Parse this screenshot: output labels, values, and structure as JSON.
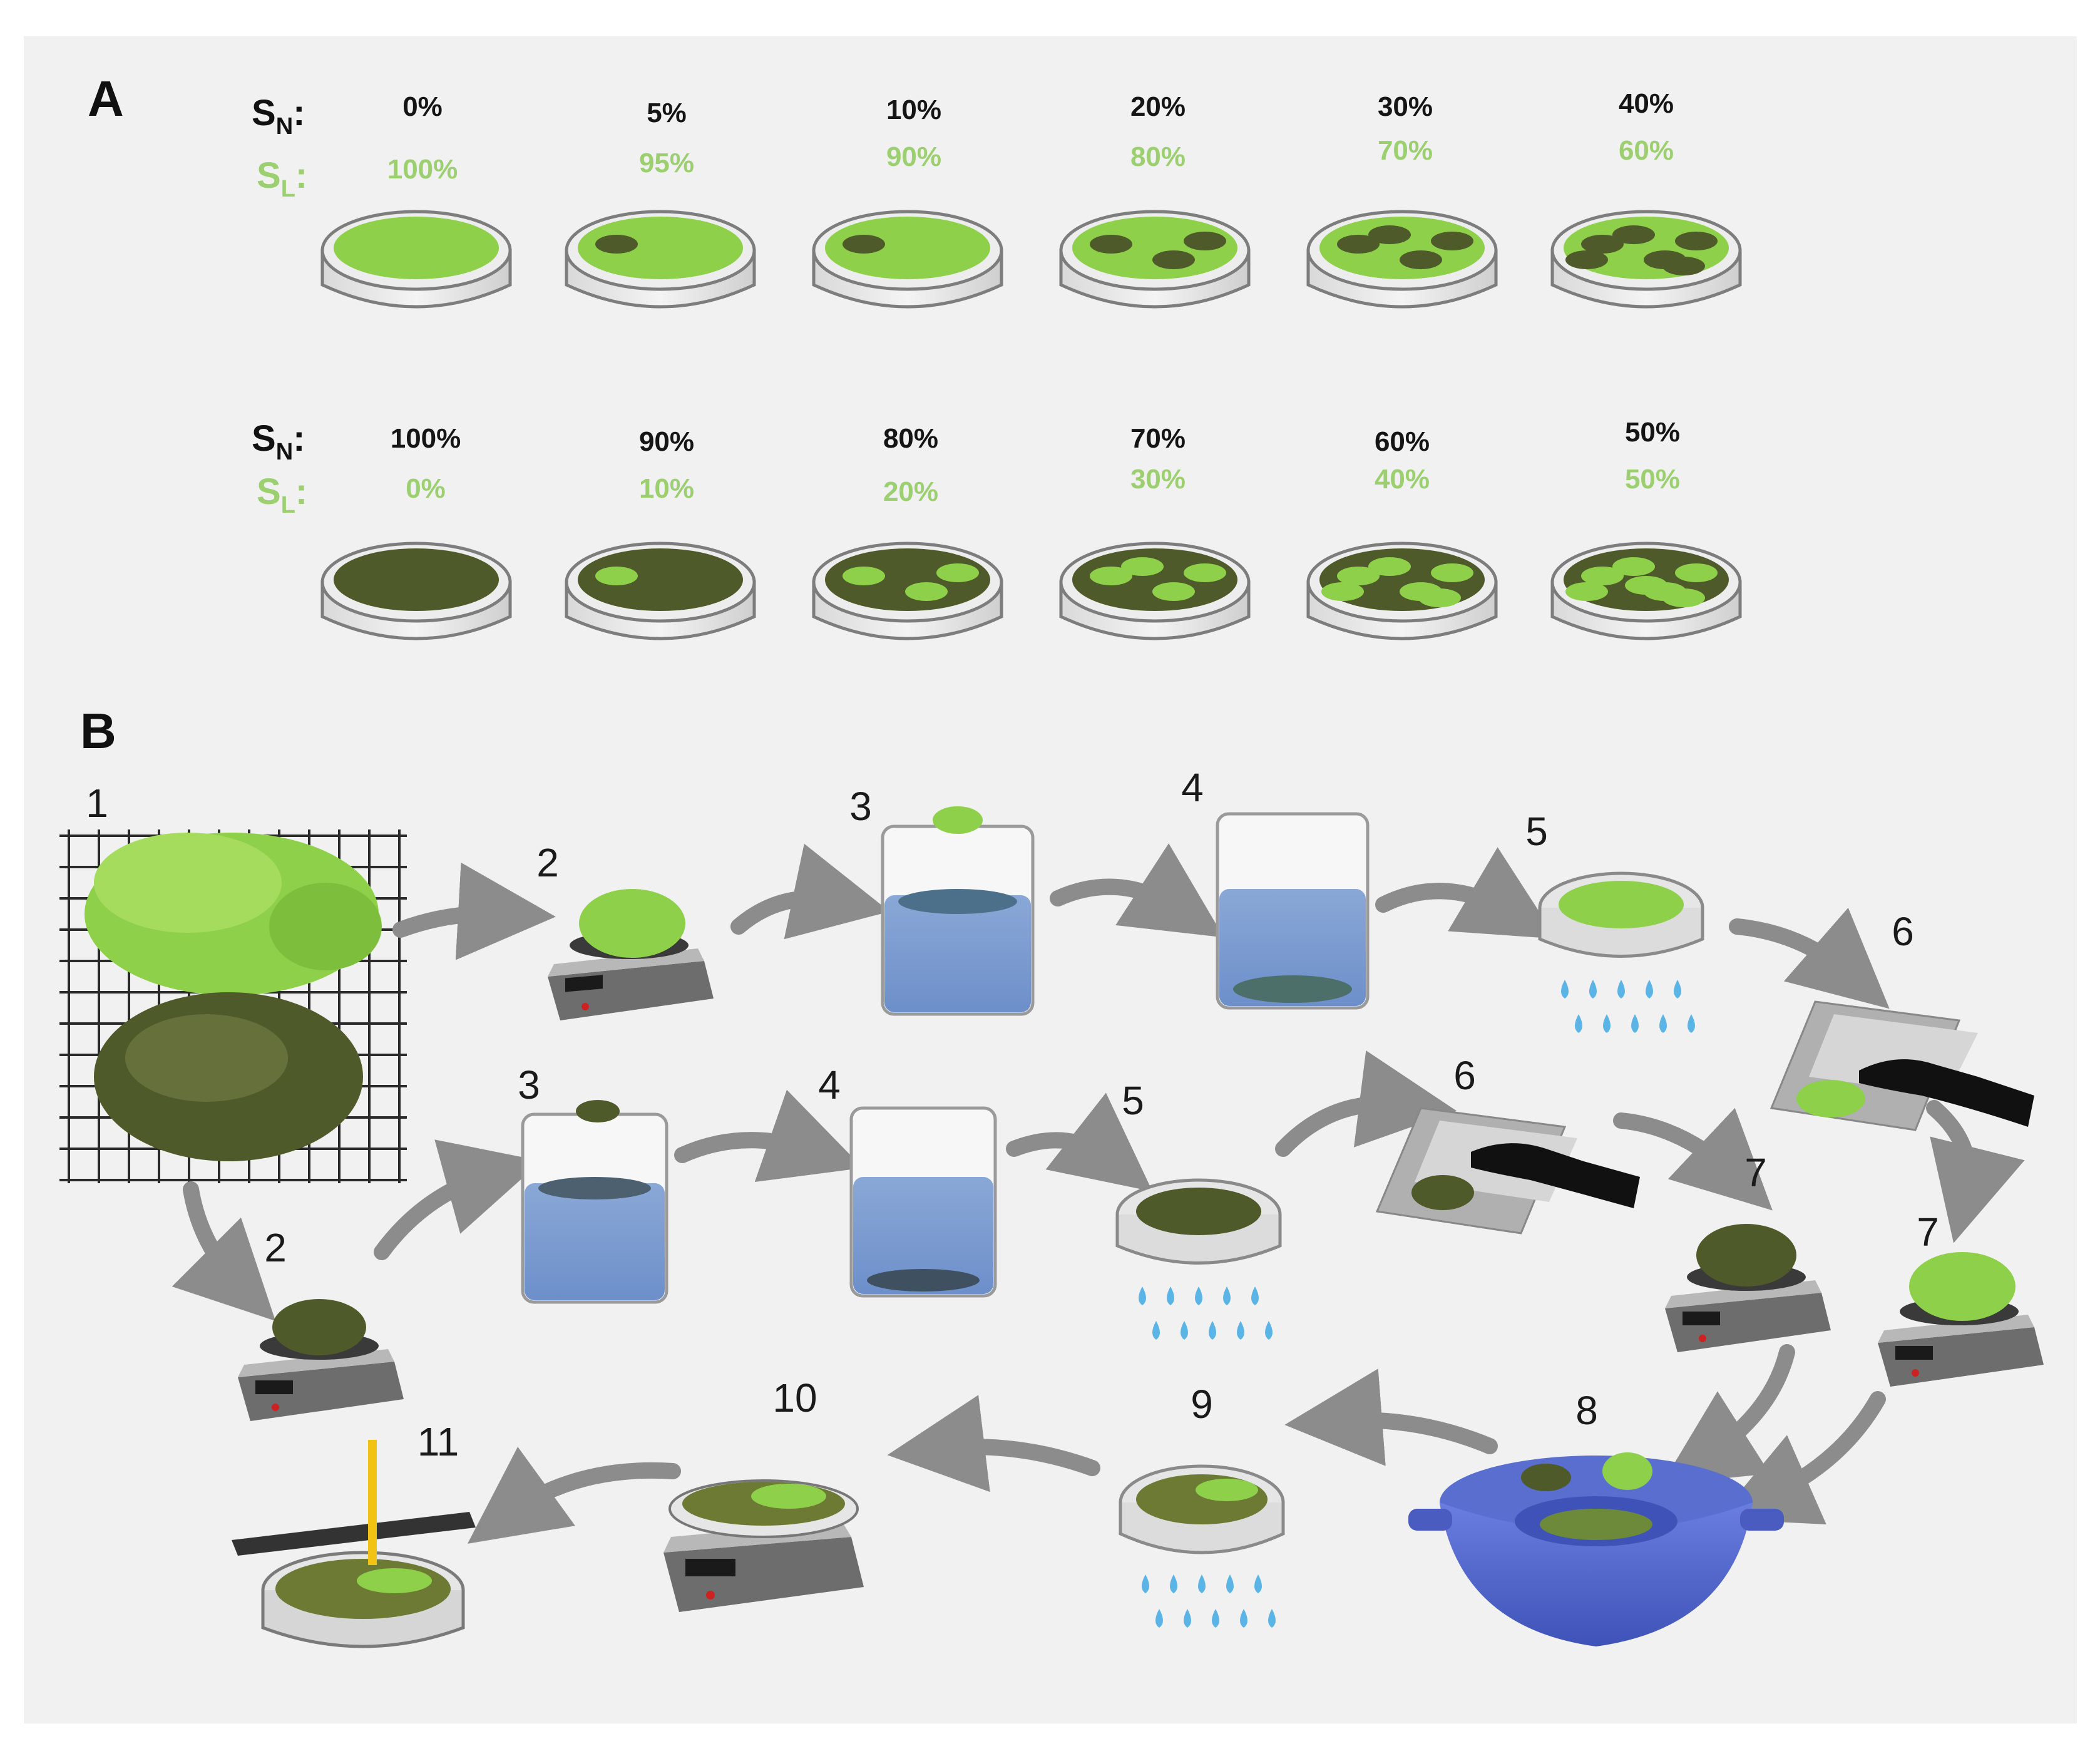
{
  "panel_a": {
    "letter": "A",
    "sn_symbol": {
      "main": "S",
      "sub": "N",
      "suffix": ":"
    },
    "sl_symbol": {
      "main": "S",
      "sub": "L",
      "suffix": ":"
    },
    "row1": [
      {
        "sn": "0%",
        "sl": "100%",
        "dark_fraction": 0.0
      },
      {
        "sn": "5%",
        "sl": "95%",
        "dark_fraction": 0.05
      },
      {
        "sn": "10%",
        "sl": "90%",
        "dark_fraction": 0.1
      },
      {
        "sn": "20%",
        "sl": "80%",
        "dark_fraction": 0.2
      },
      {
        "sn": "30%",
        "sl": "70%",
        "dark_fraction": 0.3
      },
      {
        "sn": "40%",
        "sl": "60%",
        "dark_fraction": 0.4
      }
    ],
    "row2": [
      {
        "sn": "100%",
        "sl": "0%",
        "dark_fraction": 1.0
      },
      {
        "sn": "90%",
        "sl": "10%",
        "dark_fraction": 0.9
      },
      {
        "sn": "80%",
        "sl": "20%",
        "dark_fraction": 0.8
      },
      {
        "sn": "70%",
        "sl": "30%",
        "dark_fraction": 0.7
      },
      {
        "sn": "60%",
        "sl": "40%",
        "dark_fraction": 0.6
      },
      {
        "sn": "50%",
        "sl": "50%",
        "dark_fraction": 0.5
      }
    ]
  },
  "panel_b": {
    "letter": "B",
    "steps": {
      "s1": "1",
      "s2_top": "2",
      "s3_top": "3",
      "s4_top": "4",
      "s5_top": "5",
      "s6_top": "6",
      "s7_right": "7",
      "s2_bottom": "2",
      "s3_bottom": "3",
      "s4_bottom": "4",
      "s5_bottom": "5",
      "s6_bottom": "6",
      "s7_left": "7",
      "s8": "8",
      "s9": "9",
      "s10": "10",
      "s11": "11"
    }
  },
  "colors": {
    "light_moss": "#8ed04a",
    "dark_moss": "#4e5a2a",
    "water": "#7f9fd0",
    "bowl": "#5a6ed0",
    "arrow": "#8c8c8c",
    "drop": "#5ab4e6",
    "sl_text": "#9ccf6f",
    "background": "#f1f1f1"
  }
}
